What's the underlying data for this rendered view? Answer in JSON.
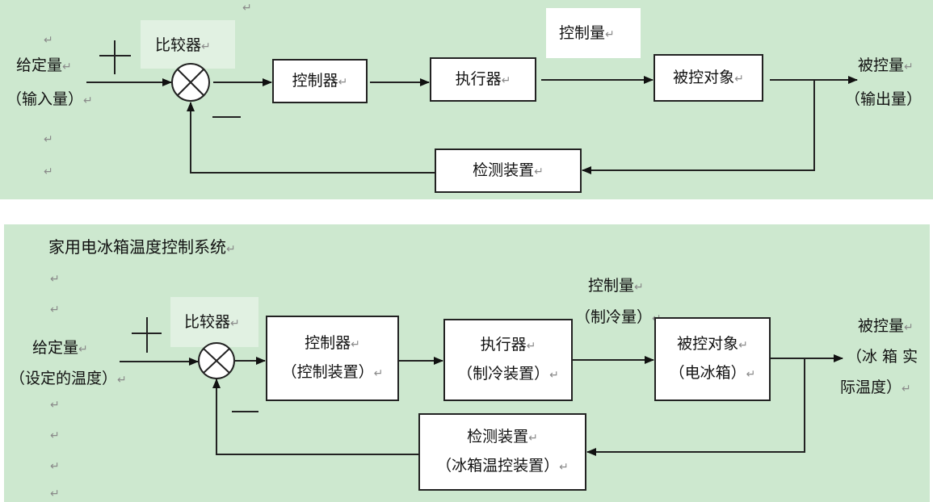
{
  "para_mark": "↵",
  "top_diagram": {
    "input_label": "给定量",
    "input_sublabel": "（输入量）",
    "plus_sign": "+",
    "minus_sign": "—",
    "comparator_label": "比较器",
    "controller_label": "控制器",
    "actuator_label": "执行器",
    "control_quantity_label": "控制量",
    "plant_label": "被控对象",
    "output_label": "被控量",
    "output_sublabel": "（输出量）",
    "feedback_label": "检测装置"
  },
  "bottom_diagram": {
    "title": "家用电冰箱温度控制系统",
    "input_label": "给定量",
    "input_sublabel": "（设定的温度）",
    "plus_sign": "+",
    "minus_sign": "—",
    "comparator_label": "比较器",
    "controller_label": "控制器",
    "controller_sublabel": "（控制装置）",
    "actuator_label": "执行器",
    "actuator_sublabel": "（制冷装置）",
    "control_quantity_label": "控制量",
    "control_quantity_sublabel": "（制冷量）",
    "plant_label": "被控对象",
    "plant_sublabel": "（电冰箱）",
    "output_label": "被控量",
    "output_sublabel_line1": "（冰 箱 实",
    "output_sublabel_line2": "际温度）",
    "feedback_label": "检测装置",
    "feedback_sublabel": "（冰箱温控装置）"
  },
  "colors": {
    "panel_bg": "#cde8cf",
    "box_bg": "#ffffff",
    "line": "#222222",
    "para_mark": "#8a8a8a"
  }
}
